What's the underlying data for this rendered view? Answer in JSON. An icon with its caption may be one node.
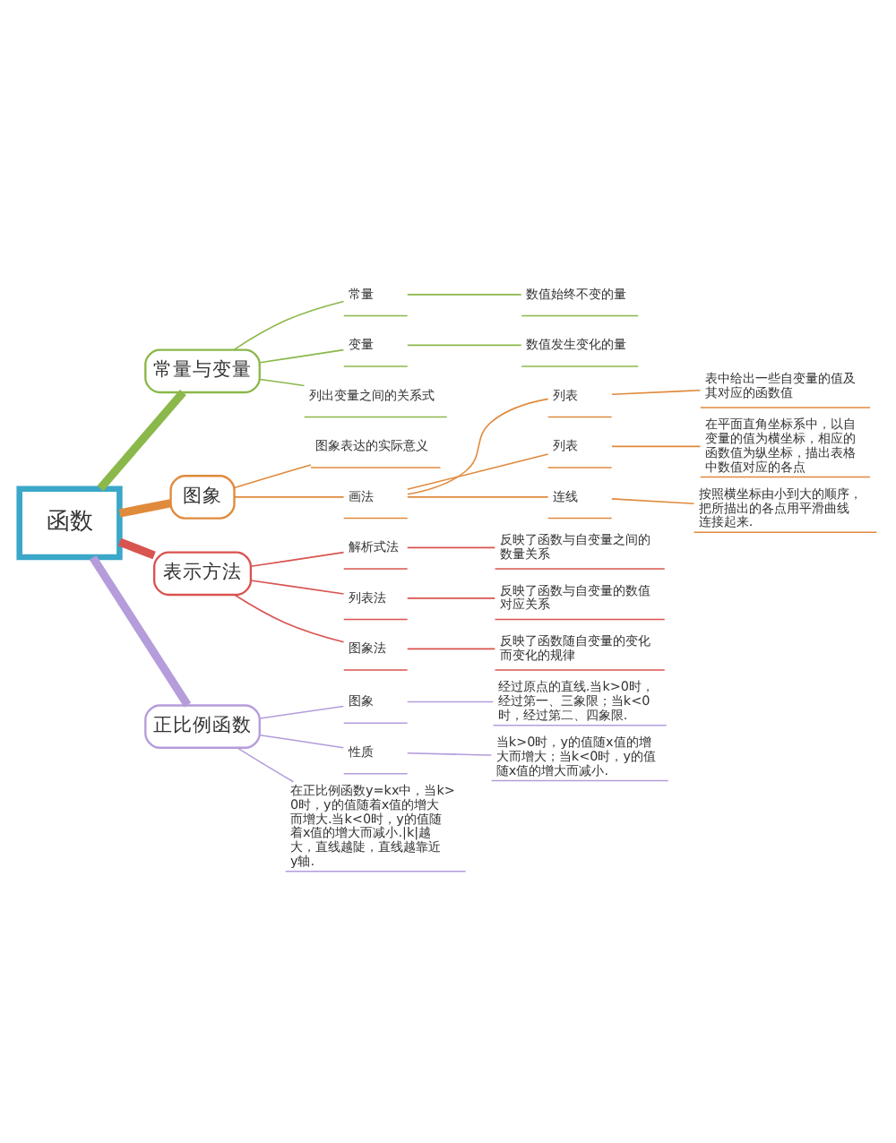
{
  "diagram": {
    "nodes": [
      {
        "text": [
          "函数"
        ]
      },
      {
        "text": [
          "常量与变量"
        ]
      },
      {
        "text": [
          "常量"
        ]
      },
      {
        "text": [
          "数值始终不变的量"
        ]
      },
      {
        "text": [
          "变量"
        ]
      },
      {
        "text": [
          "数值发生变化的量"
        ]
      },
      {
        "text": [
          "列出变量之间的关系式"
        ]
      },
      {
        "text": [
          "图象"
        ]
      },
      {
        "text": [
          "图象表达的实际意义"
        ]
      },
      {
        "text": [
          "画法"
        ]
      },
      {
        "text": [
          "列表"
        ]
      },
      {
        "text": [
          "表中给出一些自变量的值及其对应的函数值"
        ]
      },
      {
        "text": [
          "列表"
        ]
      },
      {
        "text": [
          "在平面直角坐标系中，以自变量的值为横坐标，相应的函数值为纵坐标，描出表格中数值对应的各点"
        ]
      },
      {
        "text": [
          "连线"
        ]
      },
      {
        "text": [
          "按照横坐标由小到大的顺序，把所描出的各点用平滑曲线连接起来."
        ]
      },
      {
        "text": [
          "表示方法"
        ]
      },
      {
        "text": [
          "解析式法"
        ]
      },
      {
        "text": [
          "反映了函数与自变量之间的数量关系"
        ]
      },
      {
        "text": [
          "列表法"
        ]
      },
      {
        "text": [
          "反映了函数与自变量的数值对应关系"
        ]
      },
      {
        "text": [
          "图象法"
        ]
      },
      {
        "text": [
          "反映了函数随自变量的变化而变化的规律"
        ]
      },
      {
        "text": [
          "正比例函数"
        ]
      },
      {
        "text": [
          "图象"
        ]
      },
      {
        "text": [
          "经过原点的直线.当k>0时，经过第一、三象限；当k<0时，经过第二、四象限."
        ]
      },
      {
        "text": [
          "性质"
        ]
      },
      {
        "text": [
          "当k>0时，y的值随x值的增大而增大；当k<0时，y的值随x值的增大而减小."
        ]
      },
      {
        "text": [
          "在正比例函数y=kx中，当k>0时，y的值随着x值的增大而增大.当k<0时，y的值随着x值的增大而减小.|k|越大，直线越陡，直线越靠近y轴."
        ]
      }
    ],
    "edges": [
      {
        "from": 0,
        "to": 1,
        "arrow": "none",
        "style": "thick",
        "color": "#8bb84a"
      },
      {
        "from": 1,
        "to": 2,
        "arrow": "none",
        "color": "#8bb84a"
      },
      {
        "from": 2,
        "to": 3,
        "arrow": "none",
        "color": "#8bb84a"
      },
      {
        "from": 1,
        "to": 4,
        "arrow": "none",
        "color": "#8bb84a"
      },
      {
        "from": 4,
        "to": 5,
        "arrow": "none",
        "color": "#8bb84a"
      },
      {
        "from": 1,
        "to": 6,
        "arrow": "none",
        "color": "#8bb84a"
      },
      {
        "from": 0,
        "to": 7,
        "arrow": "none",
        "style": "thick"
      },
      {
        "from": 7,
        "to": 8,
        "arrow": "none"
      },
      {
        "from": 7,
        "to": 9,
        "arrow": "none"
      },
      {
        "from": 9,
        "to": 10,
        "arrow": "none"
      },
      {
        "from": 10,
        "to": 11,
        "arrow": "none"
      },
      {
        "from": 9,
        "to": 12,
        "arrow": "none"
      },
      {
        "from": 12,
        "to": 13,
        "arrow": "none"
      },
      {
        "from": 9,
        "to": 14,
        "arrow": "none"
      },
      {
        "from": 14,
        "to": 15,
        "arrow": "none"
      },
      {
        "from": 0,
        "to": 16,
        "arrow": "none",
        "style": "thick",
        "color": "#d9534f"
      },
      {
        "from": 16,
        "to": 17,
        "arrow": "none",
        "color": "#d9534f"
      },
      {
        "from": 17,
        "to": 18,
        "arrow": "none",
        "color": "#d9534f"
      },
      {
        "from": 16,
        "to": 19,
        "arrow": "none",
        "color": "#d9534f"
      },
      {
        "from": 19,
        "to": 20,
        "arrow": "none",
        "color": "#d9534f"
      },
      {
        "from": 16,
        "to": 21,
        "arrow": "none",
        "color": "#d9534f"
      },
      {
        "from": 21,
        "to": 22,
        "arrow": "none",
        "color": "#d9534f"
      },
      {
        "from": 0,
        "to": 23,
        "arrow": "none",
        "style": "thick",
        "color": "#b59cdb"
      },
      {
        "from": 23,
        "to": 24,
        "arrow": "none",
        "color": "#b59cdb"
      },
      {
        "from": 24,
        "to": 25,
        "arrow": "none",
        "color": "#b59cdb"
      },
      {
        "from": 23,
        "to": 26,
        "arrow": "none",
        "color": "#b59cdb"
      },
      {
        "from": 26,
        "to": 27,
        "arrow": "none",
        "color": "#b59cdb"
      },
      {
        "from": 23,
        "to": 28,
        "arrow": "none",
        "color": "#b59cdb"
      }
    ]
  }
}
